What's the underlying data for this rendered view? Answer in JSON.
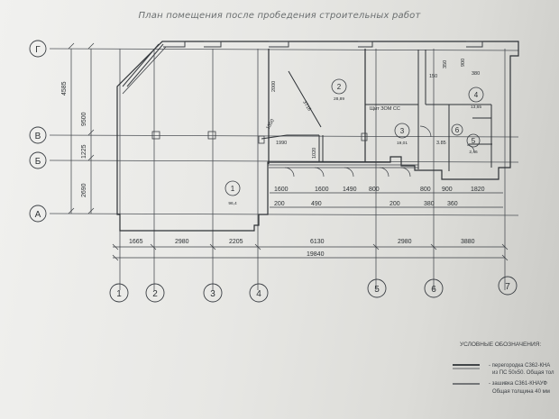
{
  "title": "План помещения после пробедения строительных работ",
  "axes": {
    "letters": [
      "Г",
      "В",
      "Б",
      "А"
    ],
    "numbers": [
      "1",
      "2",
      "3",
      "4",
      "5",
      "6",
      "7"
    ]
  },
  "left_dimensions": [
    "4585",
    "9500",
    "1225",
    "2690"
  ],
  "top_dimensions": [
    "2000",
    "3716",
    "1350",
    "150",
    "350",
    "900",
    "380"
  ],
  "inner_dimensions": [
    "1990",
    "1020",
    "1600",
    "1600",
    "1490",
    "800",
    "800",
    "900",
    "1820",
    "200",
    "490",
    "200",
    "380",
    "360",
    "3.85"
  ],
  "axis_dimensions": [
    "1665",
    "2980",
    "2205",
    "6130",
    "2980",
    "3880"
  ],
  "total_dimension": "19840",
  "rooms": [
    {
      "label": "1",
      "area": "96,4"
    },
    {
      "label": "2",
      "area": "28,89"
    },
    {
      "label": "3",
      "area": "19,01"
    },
    {
      "label": "4",
      "area": "13,65"
    },
    {
      "label": "5",
      "area": "2,46"
    },
    {
      "label": "6",
      "area": ""
    }
  ],
  "equipment_label": "Щит ЗОМ СС",
  "legend": {
    "title": "УСЛОВНЫЕ ОБОЗНАЧЕНИЯ:",
    "items": [
      {
        "line1": "- перегородка С362-КНА",
        "line2": "из ПС 50х50. Общая тол"
      },
      {
        "line1": "- зашивка С361-КНАУФ",
        "line2": "Общая толщина 40 мм"
      }
    ]
  }
}
